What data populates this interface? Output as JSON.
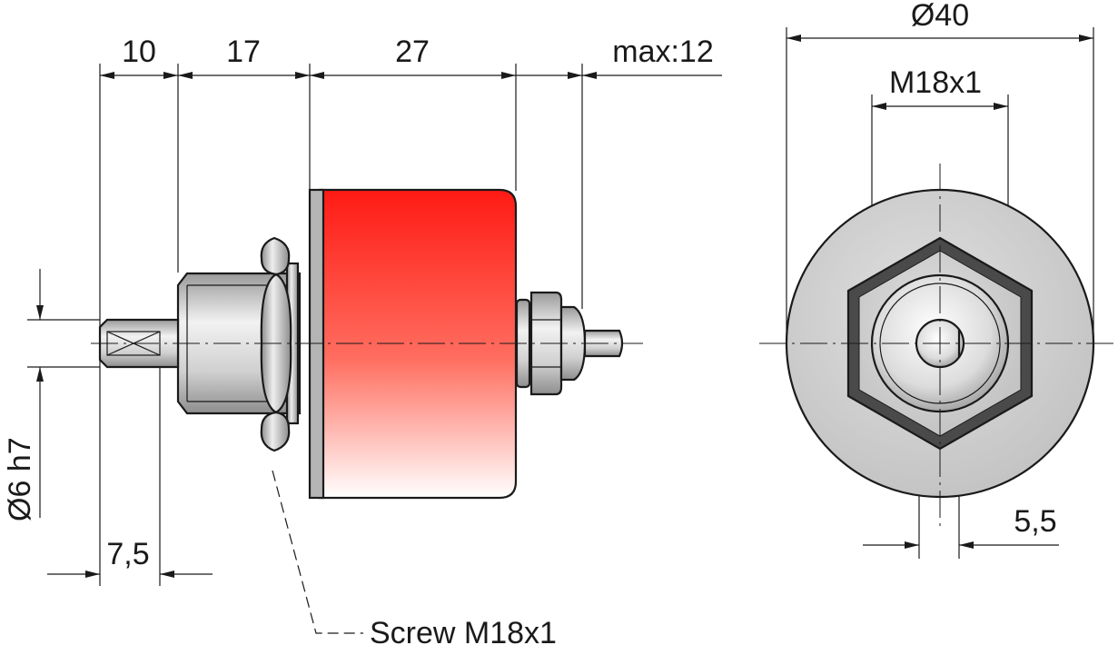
{
  "dimensions": {
    "shaft_length": "10",
    "thread_length": "17",
    "body_length": "27",
    "connector_length": "max:12",
    "flat_length": "7,5",
    "shaft_diameter": "Ø6 h7",
    "body_diameter": "Ø40",
    "thread_size": "M18x1",
    "flat_width": "5,5"
  },
  "callout": {
    "screw_label": "Screw M18x1"
  },
  "colors": {
    "body_red": "#ff2a20",
    "metal_gray": "#c8c8c8"
  }
}
